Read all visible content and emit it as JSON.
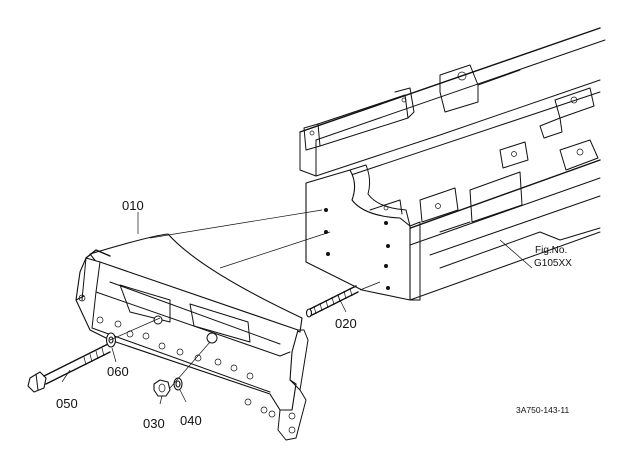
{
  "callouts": {
    "p010": "010",
    "p020": "020",
    "p030": "030",
    "p040": "040",
    "p050": "050",
    "p060": "060"
  },
  "figure": {
    "label": "Fig.No.",
    "number": "G105XX"
  },
  "drawing_ref": "3A750-143-11"
}
